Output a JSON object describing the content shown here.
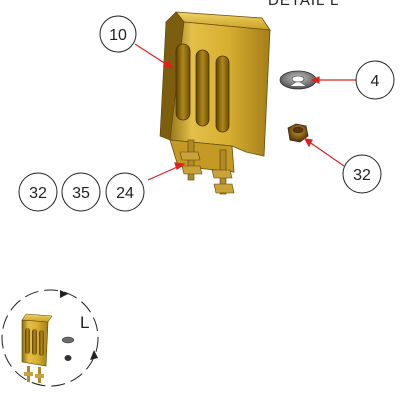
{
  "detail_title": "DETAIL L",
  "callouts": {
    "bracket_label": "10",
    "washer_label": "4",
    "nut_label": "32",
    "stud_label_a": "32",
    "stud_label_b": "35",
    "stud_label_c": "24"
  },
  "overview": {
    "view_letter": "L"
  },
  "colors": {
    "part": "#d9b43a",
    "part_dark": "#8a6a10",
    "leader": "#e0201e",
    "washer": "#6f6f6f",
    "nut": "#7a5412"
  }
}
